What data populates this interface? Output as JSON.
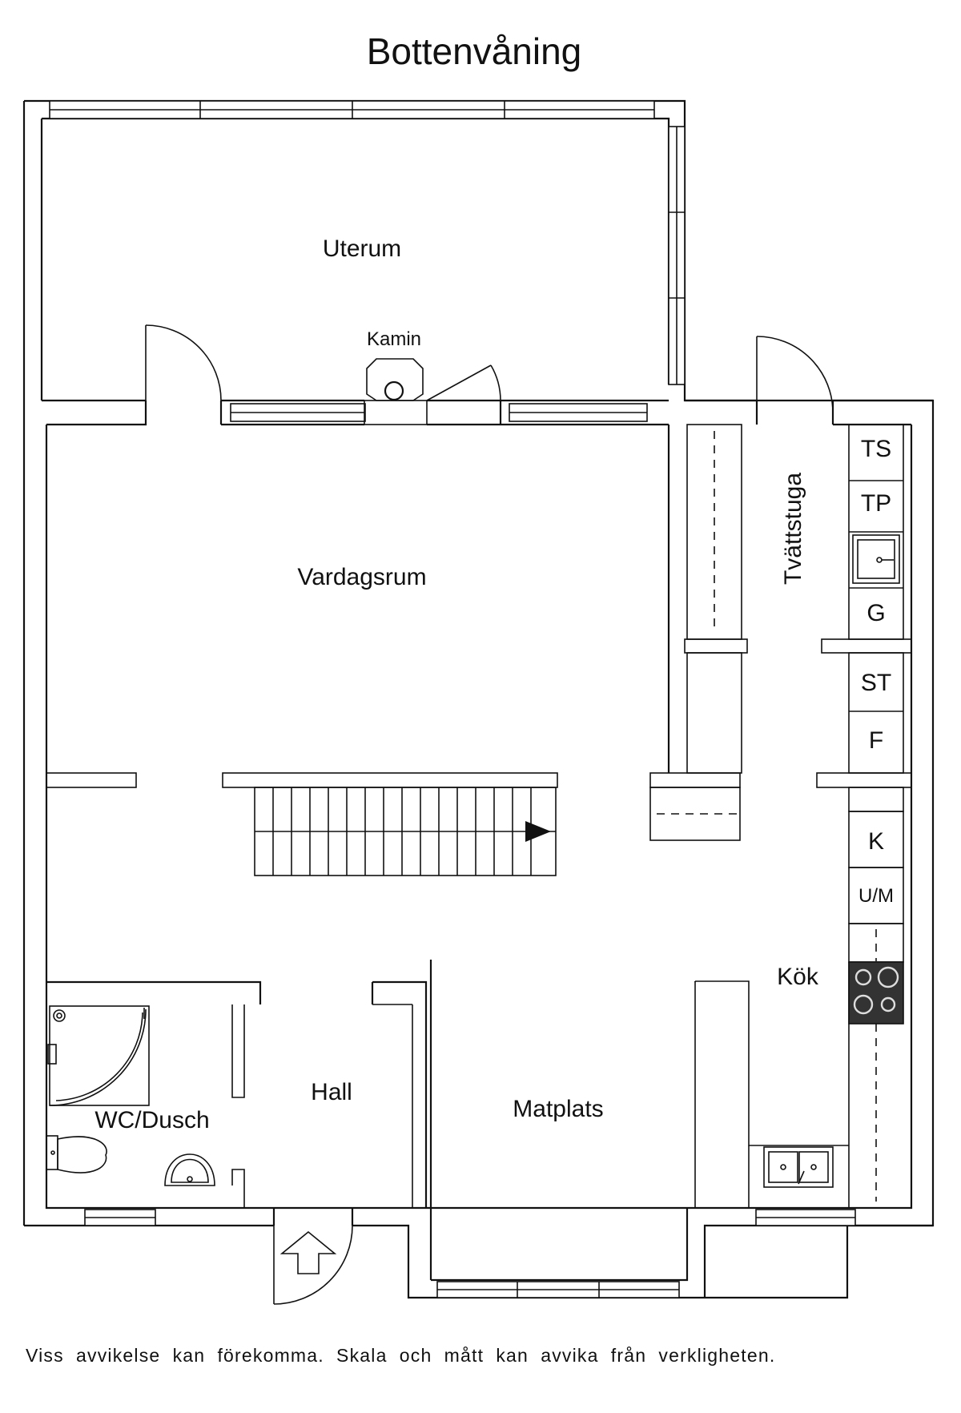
{
  "title": "Bottenvåning",
  "rooms": {
    "uterum": "Uterum",
    "vardagsrum": "Vardagsrum",
    "tvattstuga": "Tvättstuga",
    "kok": "Kök",
    "hall": "Hall",
    "matplats": "Matplats",
    "wc": "WC/Dusch"
  },
  "fixtures": {
    "kamin": "Kamin"
  },
  "appliances": {
    "ts": "TS",
    "tp": "TP",
    "g": "G",
    "st": "ST",
    "f": "F",
    "k": "K",
    "um": "U/M"
  },
  "footer": "Viss  avvikelse  kan  förekomma.  Skala  och  mått  kan  avvika  från  verkligheten."
}
